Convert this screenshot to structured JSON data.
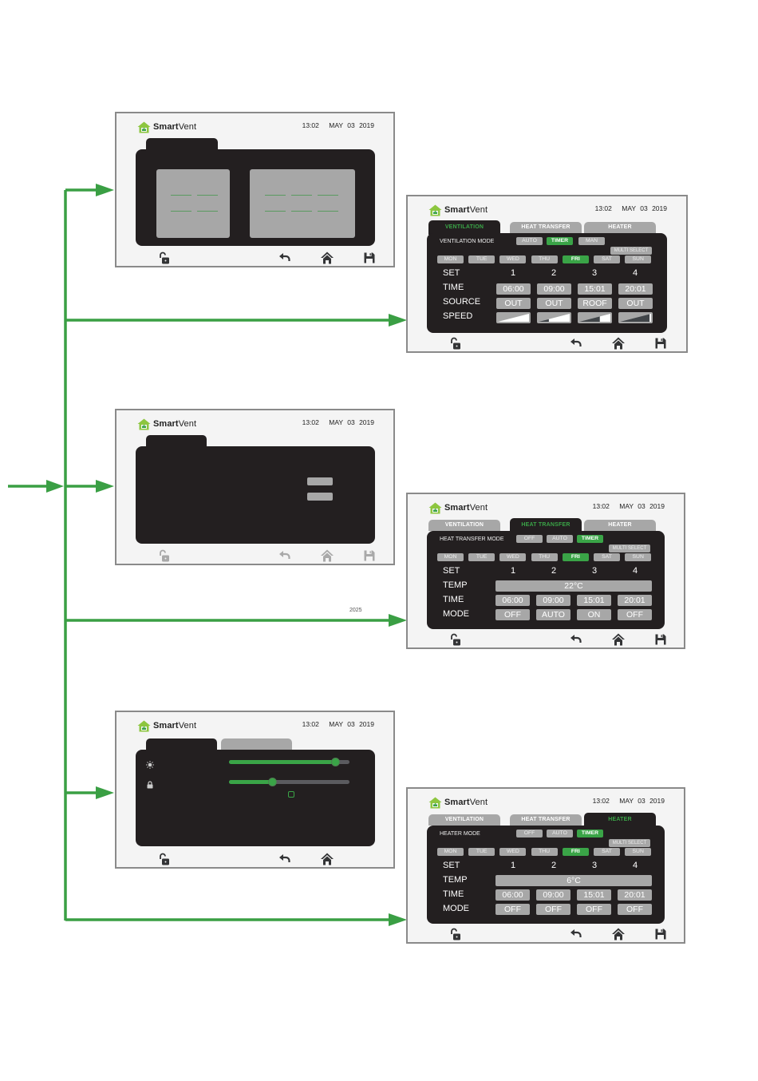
{
  "brand": {
    "name_bold": "Smart",
    "name_regular": "Vent",
    "logo_icon": "house-thumbs-up-icon",
    "accent": "#3aa447"
  },
  "status": {
    "time": "13:02",
    "date": "MAY 03 2019"
  },
  "colors": {
    "panel": "#231f20",
    "button_grey": "#a7a7a7",
    "active_green": "#3aa447",
    "arrow_green": "#3a9f44",
    "screen_bg": "#f4f4f4"
  },
  "flow_caption": "2025",
  "footer_icons": [
    "unlock-icon",
    "back-icon",
    "home-icon",
    "save-icon"
  ],
  "tabs": {
    "ventilation": "VENTILATION",
    "heat_transfer": "HEAT TRANSFER",
    "heater": "HEATER"
  },
  "days": [
    "MON",
    "TUE",
    "WED",
    "THU",
    "FRI",
    "SAT",
    "SUN"
  ],
  "selected_day": "FRI",
  "multi_select": "MULTI SELECT",
  "set_numbers": [
    "1",
    "2",
    "3",
    "4"
  ],
  "screens": {
    "home": {
      "footer_disabled": false
    },
    "ventilation": {
      "active_tab": "VENTILATION",
      "mode_label": "VENTILATION MODE",
      "modes": [
        "AUTO",
        "TIMER",
        "MAN"
      ],
      "selected_mode": "TIMER",
      "rows": {
        "set": "SET",
        "time": "TIME",
        "source": "SOURCE",
        "speed": "SPEED"
      },
      "times": [
        "06:00",
        "09:00",
        "15:01",
        "20:01"
      ],
      "sources": [
        "OUT",
        "OUT",
        "ROOF",
        "OUT"
      ],
      "speed_levels_percent": [
        0,
        33,
        66,
        95
      ]
    },
    "menu": {
      "footer_disabled": true
    },
    "heat_transfer": {
      "active_tab": "HEAT TRANSFER",
      "mode_label": "HEAT TRANSFER MODE",
      "modes": [
        "OFF",
        "AUTO",
        "TIMER"
      ],
      "selected_mode": "TIMER",
      "rows": {
        "set": "SET",
        "temp": "TEMP",
        "time": "TIME",
        "mode": "MODE"
      },
      "temp": "22°C",
      "times": [
        "06:00",
        "09:00",
        "15:01",
        "20:01"
      ],
      "modes_per_set": [
        "OFF",
        "AUTO",
        "ON",
        "OFF"
      ]
    },
    "settings": {
      "brightness_icon": "brightness-icon",
      "brightness_percent": 88,
      "lock_icon": "lock-icon",
      "lock_timer_percent": 36,
      "checkbox_checked": false
    },
    "heater": {
      "active_tab": "HEATER",
      "mode_label": "HEATER MODE",
      "modes": [
        "OFF",
        "AUTO",
        "TIMER"
      ],
      "selected_mode": "TIMER",
      "rows": {
        "set": "SET",
        "temp": "TEMP",
        "time": "TIME",
        "mode": "MODE"
      },
      "temp": "6°C",
      "times": [
        "06:00",
        "09:00",
        "15:01",
        "20:01"
      ],
      "modes_per_set": [
        "OFF",
        "OFF",
        "OFF",
        "OFF"
      ]
    }
  }
}
